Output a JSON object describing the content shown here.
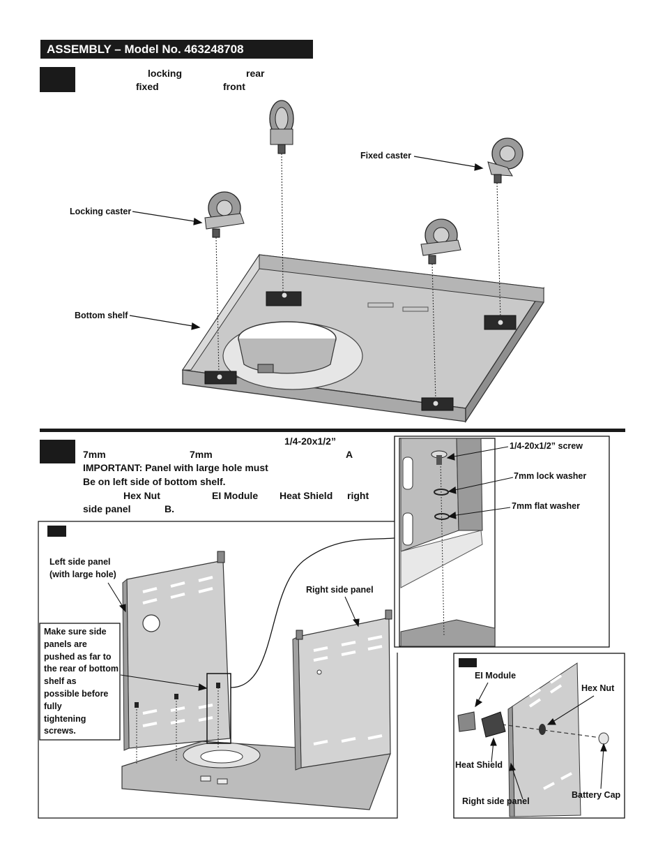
{
  "header": {
    "title": "ASSEMBLY – Model No. 463248708"
  },
  "step1": {
    "text_locking": "locking",
    "text_rear": "rear",
    "text_fixed": "fixed",
    "text_front": "front",
    "labels": {
      "fixed_caster": "Fixed caster",
      "locking_caster": "Locking caster",
      "bottom_shelf": "Bottom shelf"
    }
  },
  "step2": {
    "line1_screw": "1/4-20x1/2”",
    "line2_a": "7mm",
    "line2_b": "7mm",
    "line2_c": "A",
    "line3": "IMPORTANT: Panel with large hole must",
    "line4": "Be on left side of bottom shelf.",
    "line5_a": "Hex Nut",
    "line5_b": "EI Module",
    "line5_c": "Heat Shield",
    "line5_d": "right",
    "line6_a": "side panel",
    "line6_b": "B.",
    "labels": {
      "left_panel_1": "Left side panel",
      "left_panel_2": "(with large hole)",
      "right_panel": "Right side panel",
      "note": [
        "Make sure side",
        "panels are",
        "pushed as far to",
        "the rear of bottom",
        "shelf as",
        "possible before",
        "fully",
        "tightening",
        "screws."
      ],
      "screw": "1/4-20x1/2” screw",
      "lock_washer": "7mm lock washer",
      "flat_washer": "7mm flat washer",
      "ei_module": "EI Module",
      "hex_nut": "Hex Nut",
      "heat_shield": "Heat Shield",
      "right_panel_b": "Right side panel",
      "battery_cap": "Battery Cap"
    }
  }
}
